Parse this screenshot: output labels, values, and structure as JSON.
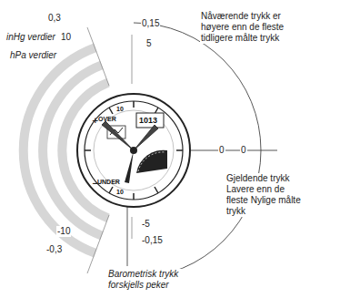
{
  "diagram": {
    "labels": [
      "0,3",
      "0,15",
      "inHg verdier",
      "10",
      "5",
      "hPa verdier",
      "Nåværende trykk er høyere enn de fleste tidligere målte trykk",
      "0",
      "0",
      "Gjeldende trykk Lavere enn de fleste Nylige målte trykk",
      "-10",
      "-5",
      "-0,3",
      "-0,15",
      "Barometrisk trykk forskjells peker",
      "OVER",
      "10",
      "UNDER",
      "10",
      "1013"
    ]
  }
}
